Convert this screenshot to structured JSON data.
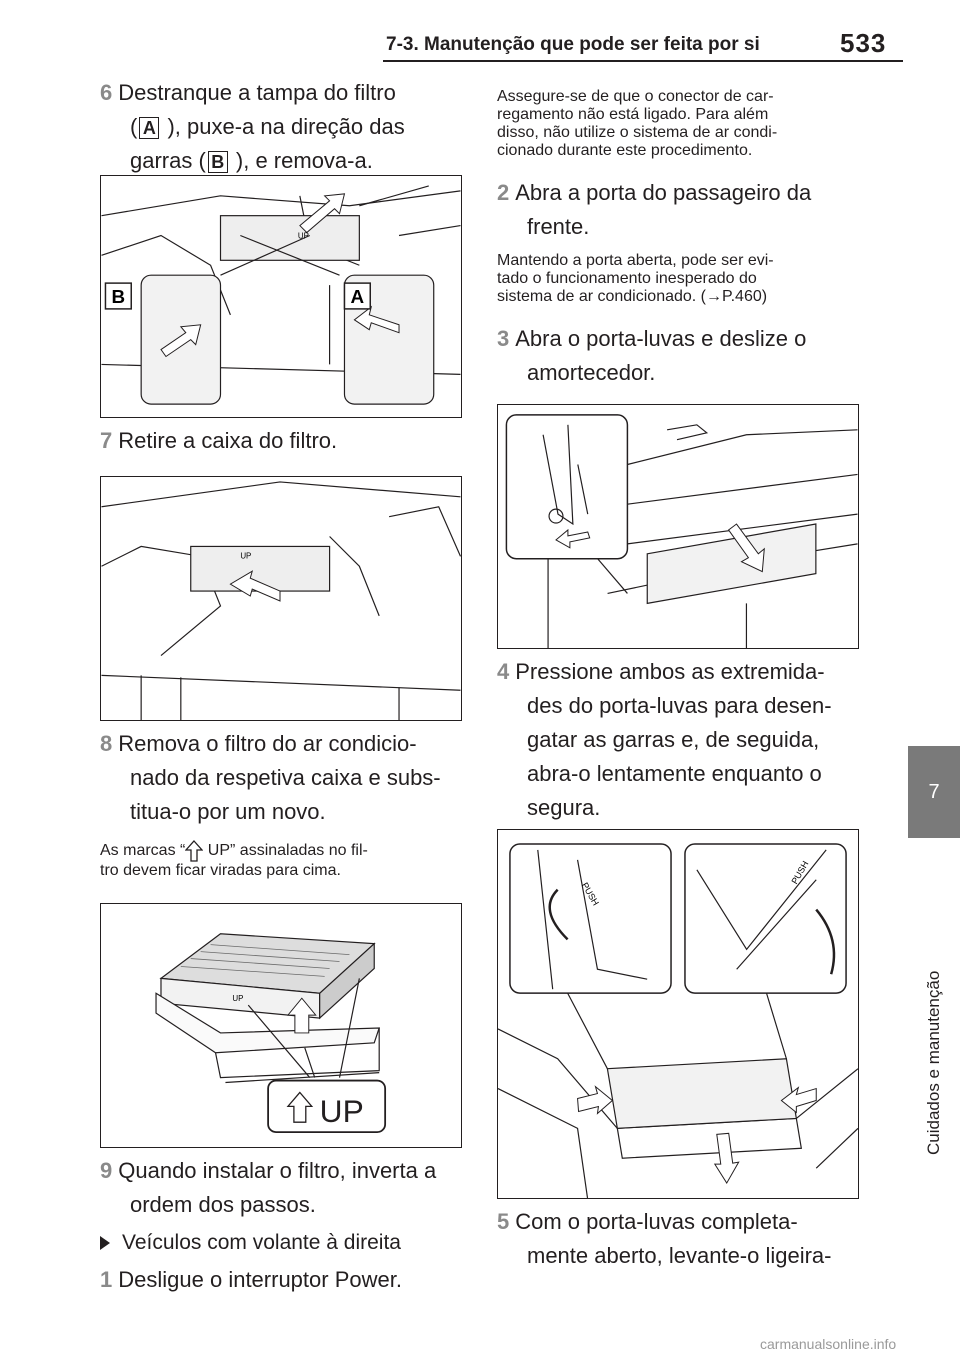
{
  "header": {
    "title": "7-3. Manutenção que pode ser feita por si",
    "page_number": "533"
  },
  "side": {
    "tab": "7",
    "label": "Cuidados e manutenção"
  },
  "left": {
    "step6": {
      "num": "6",
      "line1": "Destranque a tampa do filtro",
      "line2_pre": "(",
      "line2_post": " ), puxe-a na direção das",
      "line3_pre": "garras (",
      "line3_post": " ), e remova-a.",
      "label_a": "A",
      "label_b": "B"
    },
    "fig1": {
      "label_b": "B",
      "label_a": "A",
      "up_tag": "UP"
    },
    "step7": {
      "num": "7",
      "text": "Retire a caixa do filtro."
    },
    "fig2": {
      "up_tag": "UP"
    },
    "step8": {
      "num": "8",
      "line1": "Remova o filtro do ar condicio-",
      "line2": "nado da respetiva caixa e subs-",
      "line3": "titua-o por um novo."
    },
    "note8": {
      "line1_pre": "As marcas “",
      "line1_post": " UP” assinaladas no fil-",
      "line2": "tro devem ficar viradas para cima."
    },
    "fig3": {
      "up_label": "UP",
      "tag": "UP"
    },
    "step9": {
      "num": "9",
      "line1": "Quando instalar o filtro, inverta a",
      "line2": "ordem dos passos."
    },
    "right_drive": "Veículos com volante à direita",
    "step1": {
      "num": "1",
      "text": "Desligue o interruptor Power."
    }
  },
  "right": {
    "note1": {
      "line1": "Assegure-se de que o conector de car-",
      "line2": "regamento não está ligado. Para além",
      "line3": "disso, não utilize o sistema de ar condi-",
      "line4": "cionado durante este procedimento."
    },
    "step2": {
      "num": "2",
      "line1": "Abra a porta do passageiro da",
      "line2": "frente."
    },
    "note2": {
      "line1": "Mantendo a porta aberta, pode ser evi-",
      "line2": "tado o funcionamento inesperado do",
      "line3": "sistema de ar condicionado. (→P.460)"
    },
    "step3": {
      "num": "3",
      "line1": "Abra o porta-luvas e deslize o",
      "line2": "amortecedor."
    },
    "step4": {
      "num": "4",
      "line1": "Pressione ambos as extremida-",
      "line2": "des do porta-luvas para desen-",
      "line3": "gatar as garras e, de seguida,",
      "line4": "abra-o lentamente enquanto o",
      "line5": "segura."
    },
    "fig5": {
      "push1": "PUSH",
      "push2": "PUSH"
    },
    "step5": {
      "num": "5",
      "line1": "Com o porta-luvas completa-",
      "line2": "mente aberto, levante-o ligeira-"
    }
  },
  "footer": {
    "watermark": "carmanualsonline.info"
  }
}
